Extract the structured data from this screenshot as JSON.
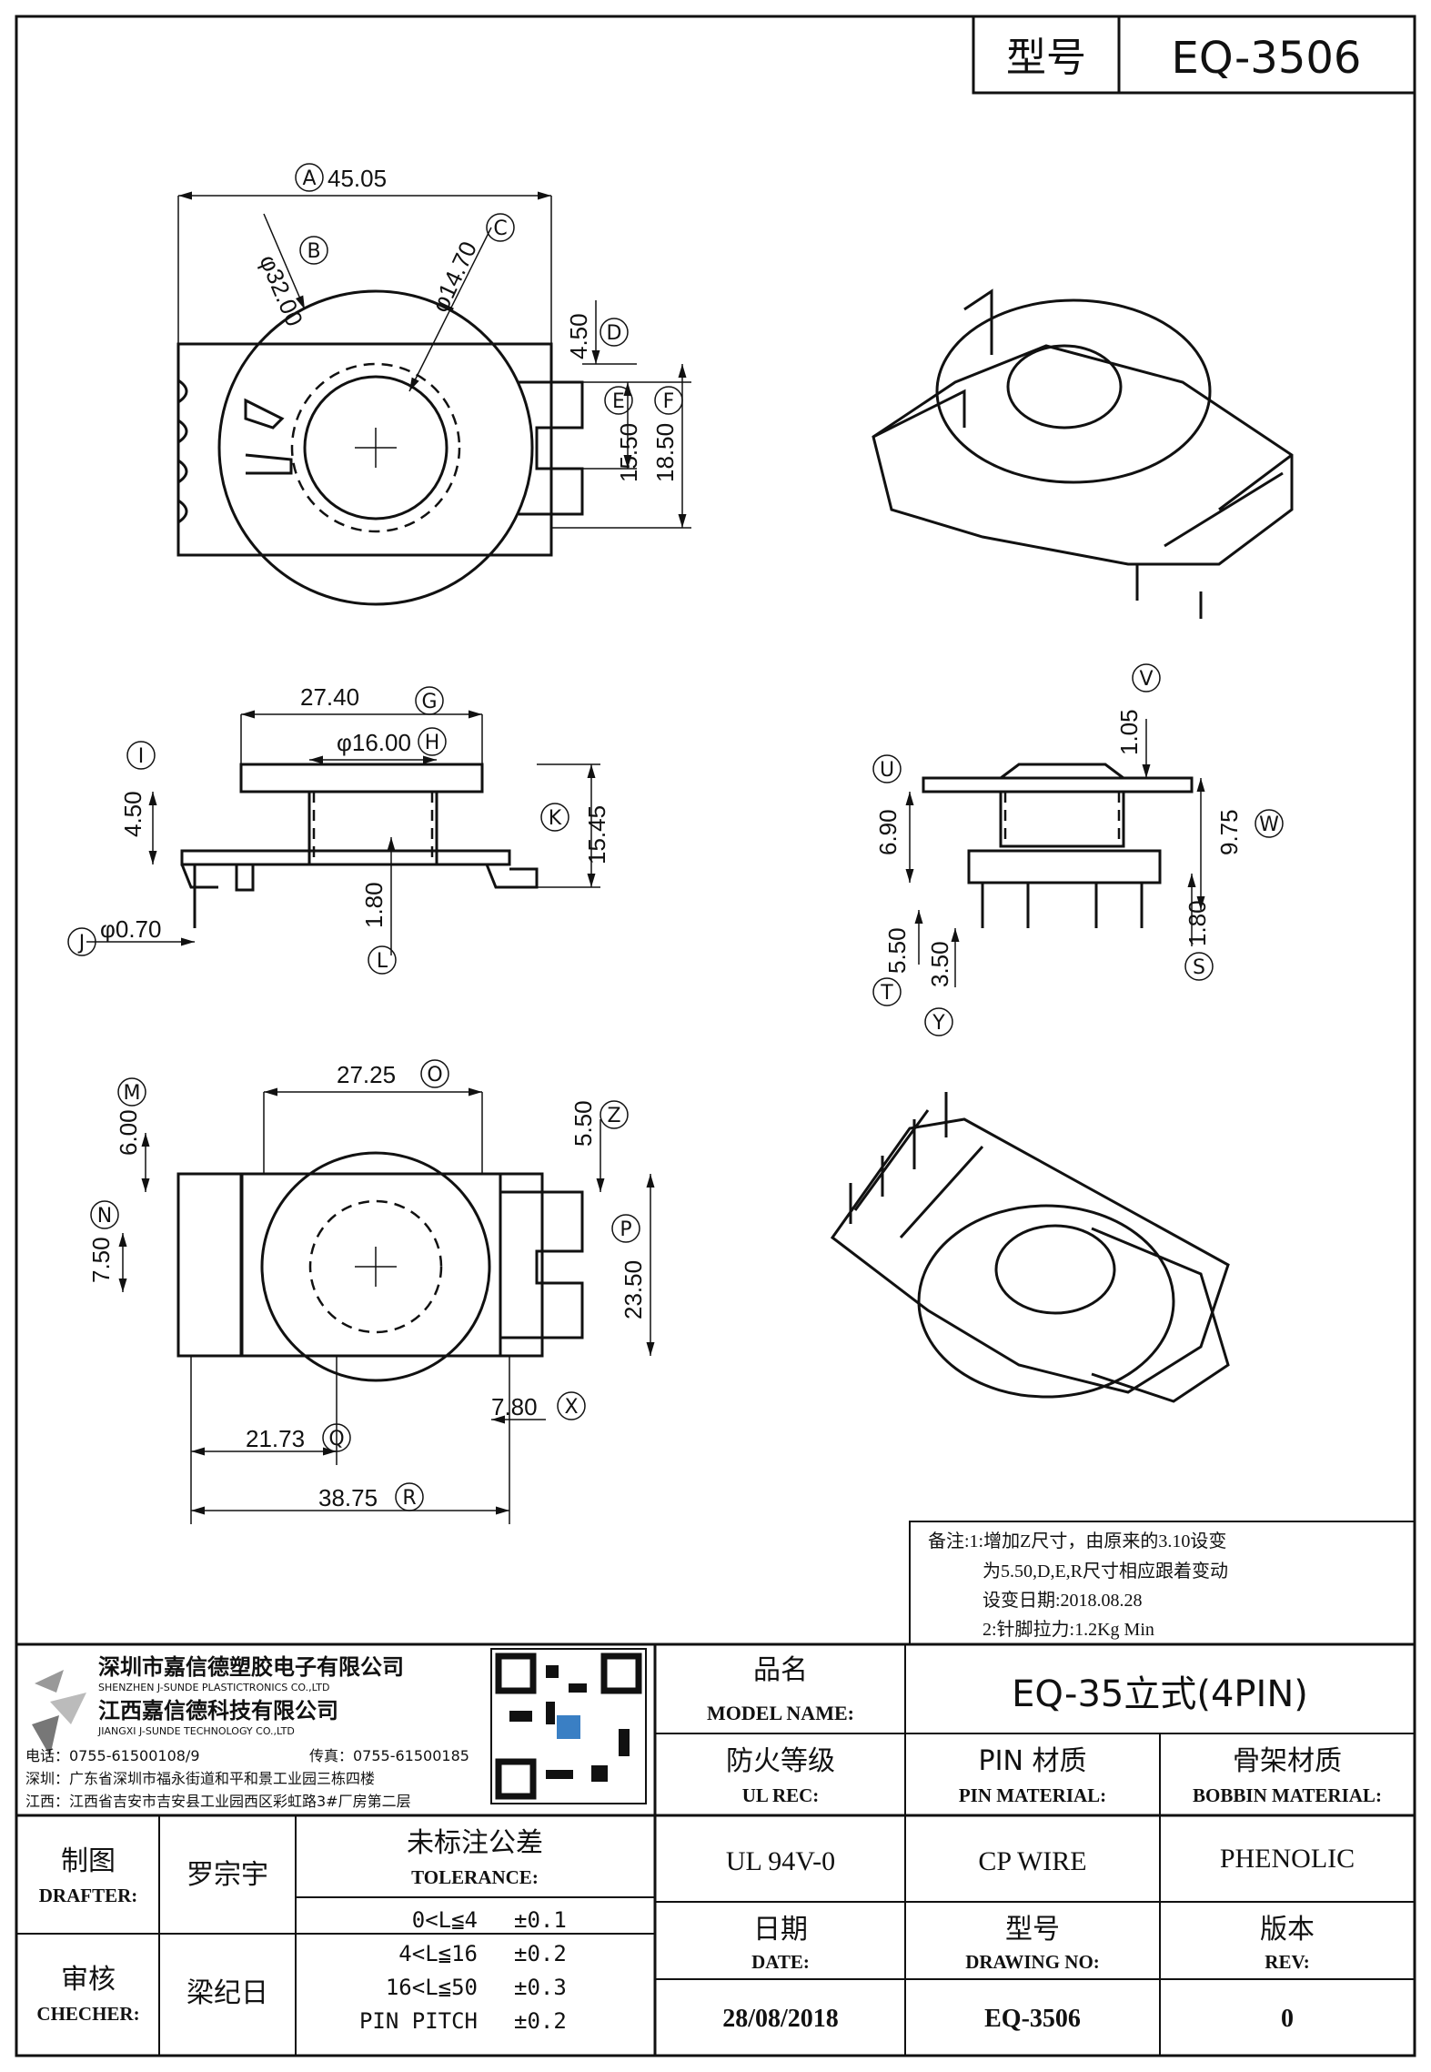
{
  "header": {
    "model_label": "型号",
    "model_value": "EQ-3506"
  },
  "dimensions": {
    "A": "45.05",
    "B": "φ32.00",
    "C": "φ14.70",
    "D": "4.50",
    "E": "15.50",
    "F": "18.50",
    "G": "27.40",
    "H": "φ16.00",
    "I": "4.50",
    "J": "φ0.70",
    "K": "15.45",
    "L": "1.80",
    "M": "6.00",
    "N": "7.50",
    "O": "27.25",
    "P": "23.50",
    "Q": "21.73",
    "R": "38.75",
    "S": "1.80",
    "T": "5.50",
    "U": "6.90",
    "V": "1.05",
    "W": "9.75",
    "X": "7.80",
    "Y": "3.50",
    "Z": "5.50"
  },
  "markers": {
    "A": "A",
    "B": "B",
    "C": "C",
    "D": "D",
    "E": "E",
    "F": "F",
    "G": "G",
    "H": "H",
    "I": "I",
    "J": "J",
    "K": "K",
    "L": "L",
    "M": "M",
    "N": "N",
    "O": "O",
    "P": "P",
    "Q": "Q",
    "R": "R",
    "S": "S",
    "T": "T",
    "U": "U",
    "V": "V",
    "W": "W",
    "X": "X",
    "Y": "Y",
    "Z": "Z"
  },
  "notes": {
    "line1": "备注:1:增加Z尺寸，由原来的3.10设变",
    "line2": "为5.50,D,E,R尺寸相应跟着变动",
    "line3": "设变日期:2018.08.28",
    "line4": "2:针脚拉力:1.2Kg Min"
  },
  "company": {
    "name_sz": "深圳市嘉信德塑胶电子有限公司",
    "name_sz_en": "SHENZHEN J-SUNDE PLASTICTRONICS CO.,LTD",
    "name_jx": "江西嘉信德科技有限公司",
    "name_jx_en": "JIANGXI J-SUNDE TECHNOLOGY CO.,LTD",
    "tel": "电话：0755-61500108/9",
    "fax": "传真：0755-61500185",
    "addr_sz": "深圳：广东省深圳市福永街道和平和景工业园三栋四楼",
    "addr_jx": "江西：江西省吉安市吉安县工业园西区彩虹路3#厂房第二层"
  },
  "title_block": {
    "model_name_cn": "品名",
    "model_name_en": "MODEL NAME:",
    "model_name_value": "EQ-35立式(4PIN)",
    "ul_cn": "防火等级",
    "ul_en": "UL REC:",
    "ul_value": "UL 94V-0",
    "pin_cn": "PIN 材质",
    "pin_en": "PIN MATERIAL:",
    "pin_value": "CP WIRE",
    "bobbin_cn": "骨架材质",
    "bobbin_en": "BOBBIN MATERIAL:",
    "bobbin_value": "PHENOLIC",
    "drafter_cn": "制图",
    "drafter_en": "DRAFTER:",
    "drafter_value": "罗宗宇",
    "checker_cn": "审核",
    "checker_en": "CHECHER:",
    "checker_value": "梁纪日",
    "tol_cn": "未标注公差",
    "tol_en": "TOLERANCE:",
    "tolerances": [
      {
        "range": "0<L≦4",
        "value": "±0.1"
      },
      {
        "range": "4<L≦16",
        "value": "±0.2"
      },
      {
        "range": "16<L≦50",
        "value": "±0.3"
      },
      {
        "range": "PIN PITCH",
        "value": "±0.2"
      }
    ],
    "date_cn": "日期",
    "date_en": "DATE:",
    "date_value": "28/08/2018",
    "dwg_cn": "型号",
    "dwg_en": "DRAWING NO:",
    "dwg_value": "EQ-3506",
    "rev_cn": "版本",
    "rev_en": "REV:",
    "rev_value": "0"
  }
}
